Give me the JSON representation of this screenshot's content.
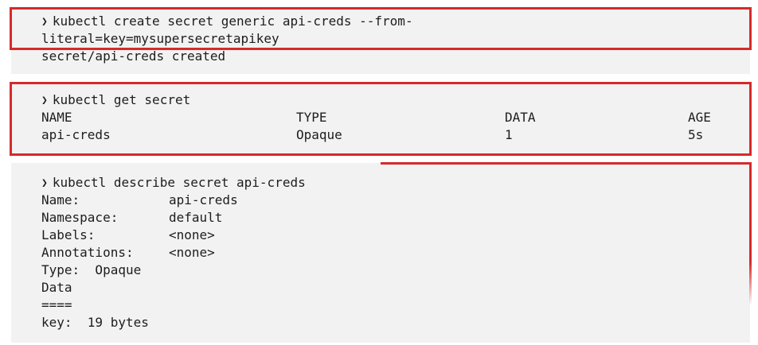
{
  "block1": {
    "command_line1": "kubectl create secret generic api-creds --from-",
    "command_line2": "literal=key=mysupersecretapikey",
    "output": "secret/api-creds created"
  },
  "block2": {
    "command": "kubectl get secret",
    "headers": [
      "NAME",
      "TYPE",
      "DATA",
      "AGE"
    ],
    "row": [
      "api-creds",
      "Opaque",
      "1",
      "5s"
    ]
  },
  "block3": {
    "command": "kubectl describe secret api-creds",
    "fields": [
      {
        "label": "Name:",
        "value": "api-creds"
      },
      {
        "label": "Namespace:",
        "value": "default"
      },
      {
        "label": "Labels:",
        "value": "<none>"
      },
      {
        "label": "Annotations:",
        "value": "<none>"
      }
    ],
    "type_line": "Type:  Opaque",
    "data_heading": "Data",
    "separator": "====",
    "data_line": "key:  19 bytes"
  },
  "colors": {
    "highlight": "#d62a2a",
    "panel_bg": "#f2f2f2",
    "text": "#1d1d1d"
  }
}
